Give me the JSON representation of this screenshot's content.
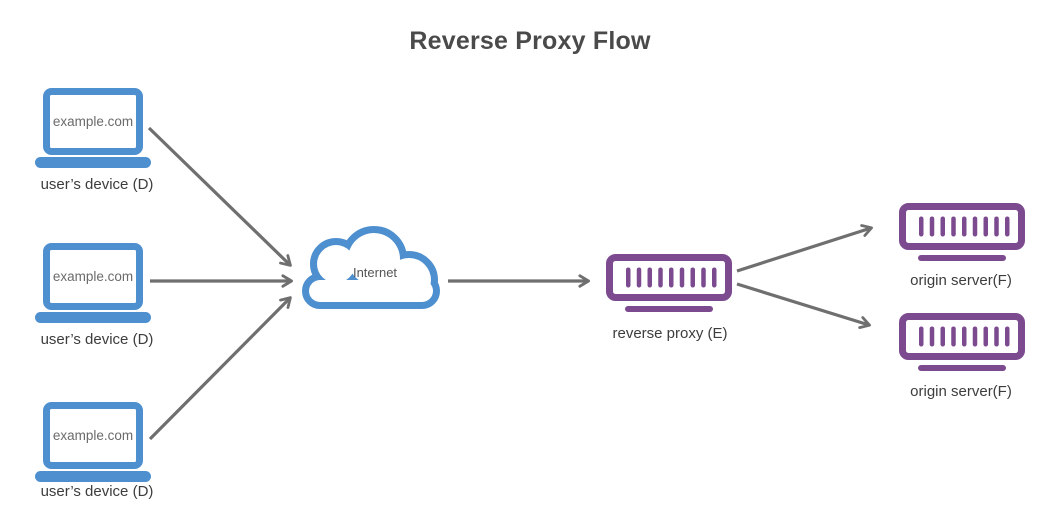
{
  "title": "Reverse Proxy Flow",
  "colors": {
    "device_blue": "#4e90cf",
    "server_purple": "#7c4a8e",
    "arrow_gray": "#6f6f6f",
    "title_text": "#4a4a4a",
    "label_text": "#3d3d3d",
    "muted_text": "#6b6b6b"
  },
  "icons": {
    "device": "laptop-icon",
    "internet": "cloud-icon",
    "proxy": "server-rack-icon",
    "origin": "server-rack-icon"
  },
  "nodes": {
    "devices": [
      {
        "label": "user’s device (D)",
        "screen_text": "example.com"
      },
      {
        "label": "user’s device (D)",
        "screen_text": "example.com"
      },
      {
        "label": "user’s device (D)",
        "screen_text": "example.com"
      }
    ],
    "internet": {
      "label": "Internet"
    },
    "proxy": {
      "label": "reverse proxy (E)"
    },
    "origins": [
      {
        "label": "origin server(F)"
      },
      {
        "label": "origin server(F)"
      }
    ]
  },
  "edges": [
    {
      "from": "user-device-1",
      "to": "internet"
    },
    {
      "from": "user-device-2",
      "to": "internet"
    },
    {
      "from": "user-device-3",
      "to": "internet"
    },
    {
      "from": "internet",
      "to": "reverse-proxy"
    },
    {
      "from": "reverse-proxy",
      "to": "origin-server-1"
    },
    {
      "from": "reverse-proxy",
      "to": "origin-server-2"
    }
  ]
}
